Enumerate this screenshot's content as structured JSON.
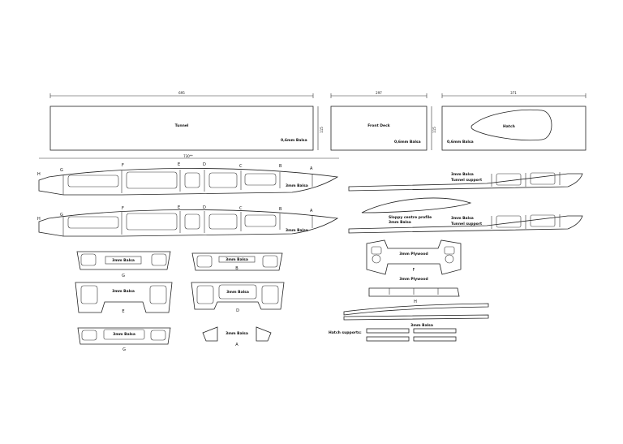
{
  "dimensions": {
    "tunnel_length": "695",
    "front_deck_length": "297",
    "hatch_length": "371",
    "height_1": "115",
    "height_2": "115",
    "hull_length": "730**"
  },
  "labels": {
    "tunnel": "Tunnel",
    "front_deck": "Front Deck",
    "hatch": "Hatch",
    "balsa_06": "0,6mm Balsa",
    "balsa_3": "3mm Balsa",
    "plywood_3": "3mm Plywood",
    "tunnel_support": "Tunnel support",
    "sloppy_profile": "Sloppy centre profile",
    "hatch_supports": "Hatch supports:"
  },
  "letters": {
    "A": "A",
    "B": "B",
    "C": "C",
    "D": "D",
    "E": "E",
    "F": "F",
    "G": "G",
    "H": "H"
  }
}
